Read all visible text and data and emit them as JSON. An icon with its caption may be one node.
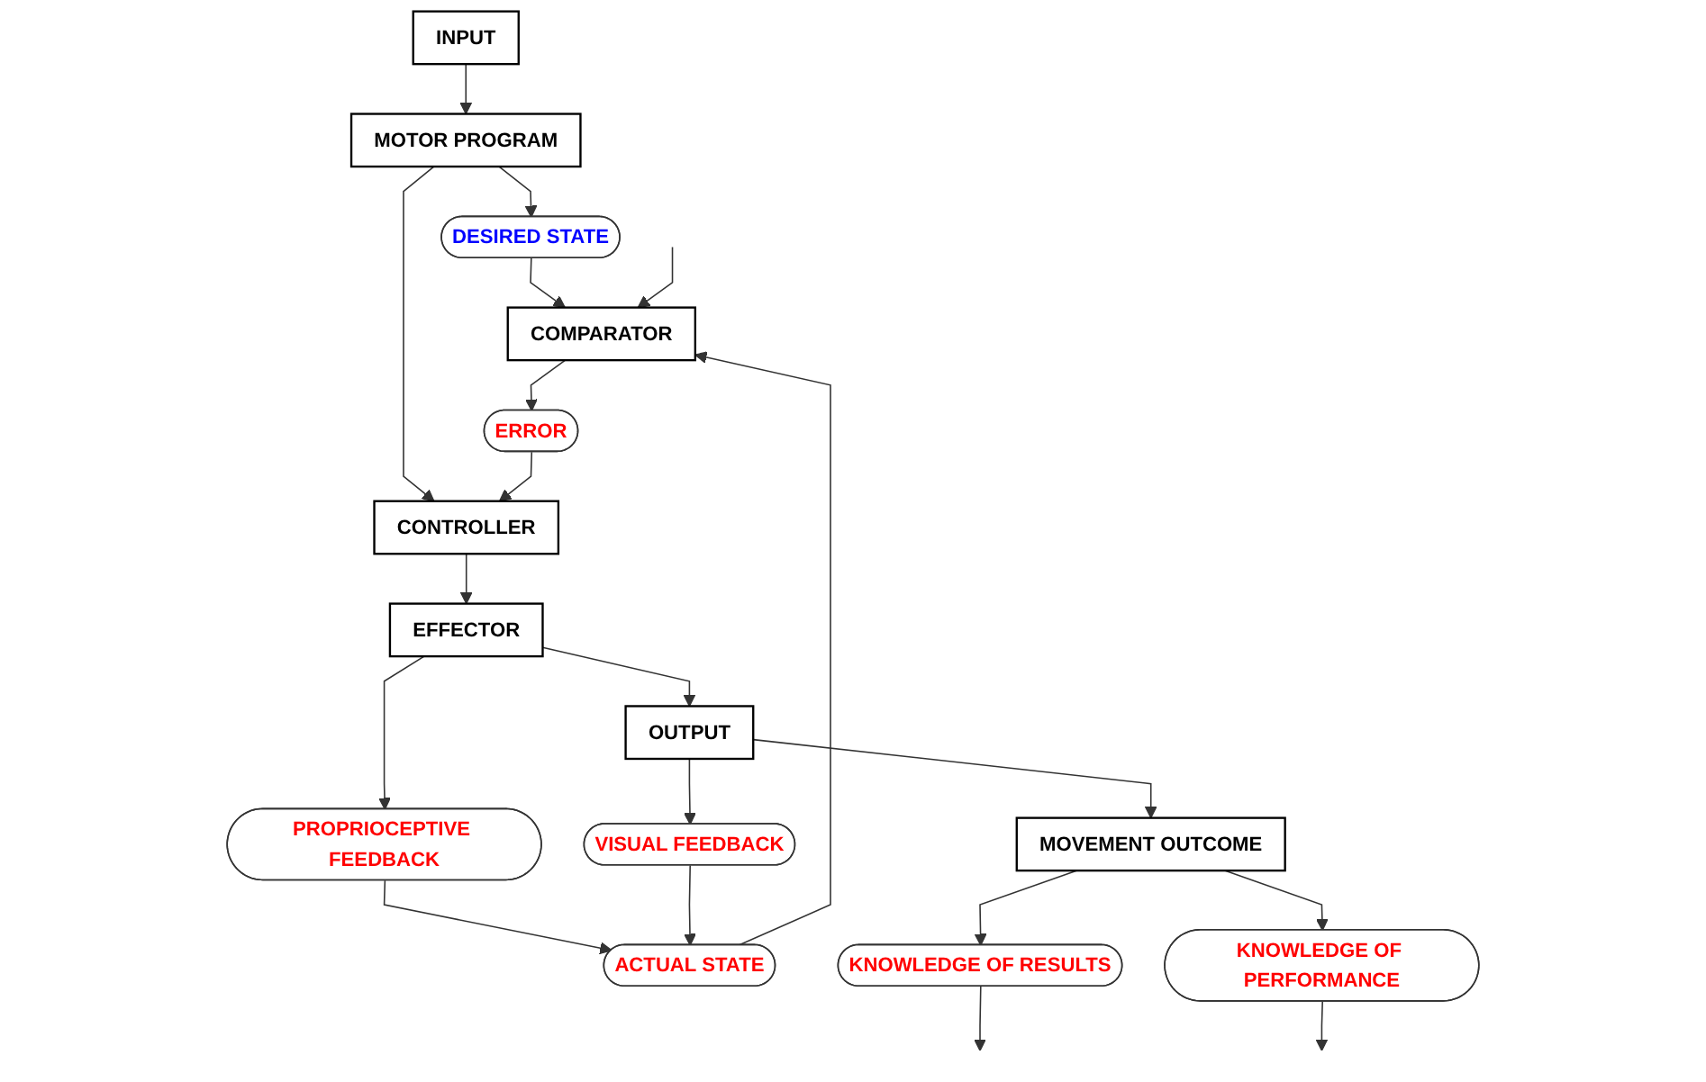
{
  "diagram": {
    "nodes": [
      {
        "text": [
          "INPUT"
        ]
      },
      {
        "text": [
          "MOTOR PROGRAM"
        ]
      },
      {
        "text": [
          "DESIRED STATE"
        ]
      },
      {
        "text": [
          "CONTROLLER"
        ]
      },
      {
        "text": [
          "ERROR"
        ]
      },
      {
        "text": [
          "COMPARATOR"
        ]
      },
      {
        "text": [
          "ACTUAL STATE"
        ]
      },
      {
        "text": [
          "EFFECTOR"
        ]
      },
      {
        "text": [
          "PROPRIOCEPTIVE FEEDBACK"
        ]
      },
      {
        "text": [
          "OUTPUT"
        ]
      },
      {
        "text": [
          "VISUAL FEEDBACK"
        ]
      },
      {
        "text": [
          "MOVEMENT OUTCOME"
        ]
      },
      {
        "text": [
          "KNOWLEDGE OF RESULTS"
        ]
      },
      {
        "text": [
          "KNOWLEDGE OF PERFORMANCE"
        ]
      }
    ],
    "edges": [
      {
        "from": 0,
        "to": 1,
        "arrow": "to"
      },
      {
        "from": 1,
        "to": 2,
        "arrow": "to"
      },
      {
        "from": 2,
        "to": 5,
        "arrow": "to"
      },
      {
        "from": 1,
        "to": 3,
        "arrow": "to"
      },
      {
        "from": 5,
        "to": 4,
        "arrow": "to"
      },
      {
        "from": 4,
        "to": 3,
        "arrow": "to"
      },
      {
        "from": null,
        "to": 5,
        "arrow": "to"
      },
      {
        "from": 6,
        "to": 5,
        "arrow": "to"
      },
      {
        "from": 3,
        "to": 7,
        "arrow": "to"
      },
      {
        "from": 7,
        "to": 8,
        "arrow": "to"
      },
      {
        "from": 8,
        "to": 6,
        "arrow": "to"
      },
      {
        "from": 7,
        "to": 9,
        "arrow": "to"
      },
      {
        "from": 9,
        "to": 10,
        "arrow": "to"
      },
      {
        "from": 10,
        "to": 6,
        "arrow": "to"
      },
      {
        "from": 9,
        "to": 11,
        "arrow": "to"
      },
      {
        "from": 11,
        "to": 12,
        "arrow": "to"
      },
      {
        "from": 11,
        "to": 13,
        "arrow": "to"
      },
      {
        "from": 12,
        "to": null,
        "arrow": "to"
      },
      {
        "from": 13,
        "to": null,
        "arrow": "to"
      }
    ]
  }
}
